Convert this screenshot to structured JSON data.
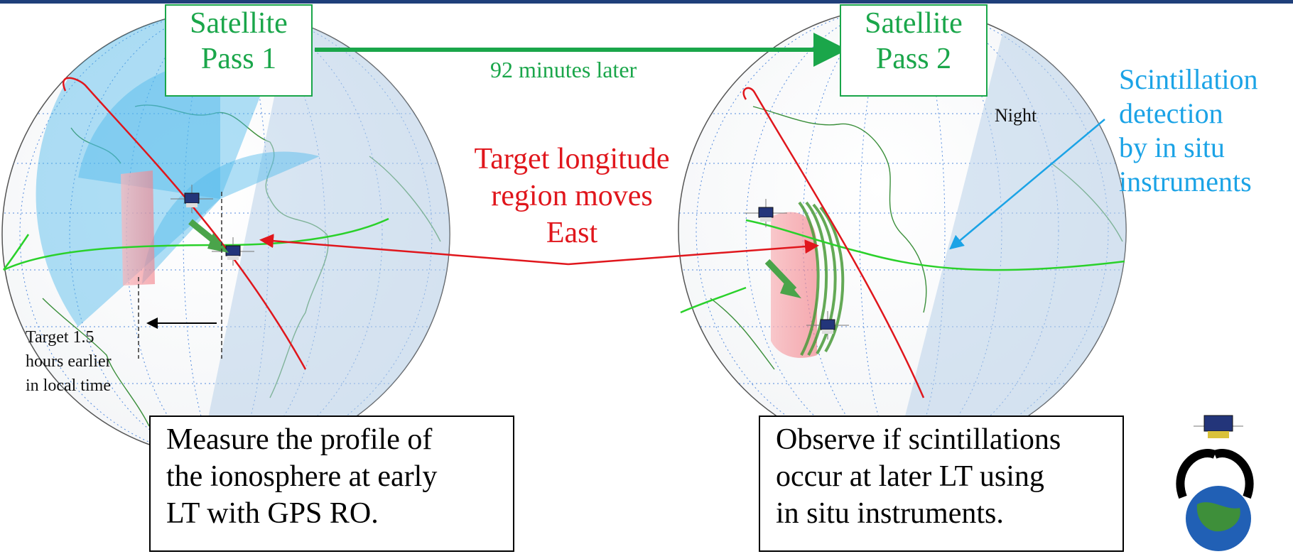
{
  "pass1": {
    "line1": "Satellite",
    "line2": "Pass 1"
  },
  "pass2": {
    "line1": "Satellite",
    "line2": "Pass 2"
  },
  "time_gap": "92 minutes later",
  "target_text": {
    "line1": "Target longitude",
    "line2": "region moves",
    "line3": "East"
  },
  "scint_text": {
    "line1": "Scintillation",
    "line2": "detection",
    "line3": "by in situ",
    "line4": "instruments"
  },
  "night_label": "Night",
  "target_early": {
    "line1": "Target 1.5",
    "line2": "hours earlier",
    "line3": "in local time"
  },
  "measure_text": {
    "line1": "Measure the profile of",
    "line2": "the ionosphere at early",
    "line3": "LT with GPS RO."
  },
  "observe_text": {
    "line1": "Observe if scintillations",
    "line2": "occur at later LT using",
    "line3": "in situ instruments."
  },
  "colors": {
    "green": "#1aa64a",
    "red": "#e0161c",
    "blue": "#1ba3e6",
    "night": "#b9d2ea",
    "fov": "#4db8ea",
    "header": "#1f3f7a"
  }
}
